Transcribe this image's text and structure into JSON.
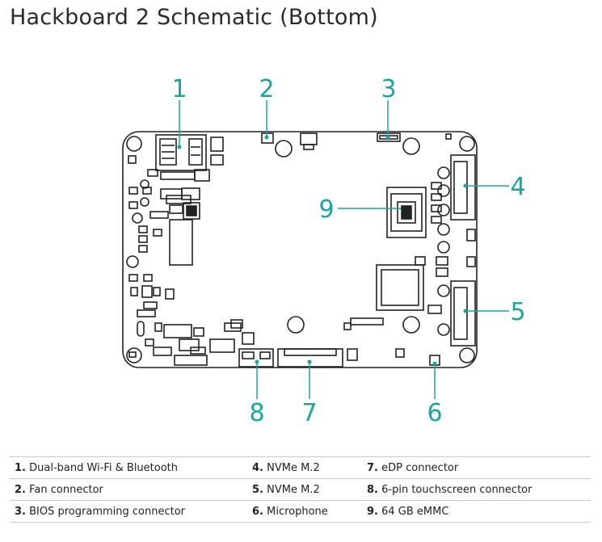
{
  "title": "Hackboard 2 Schematic (Bottom)",
  "accent_color": "#1aa5a0",
  "board_color": "#222222",
  "callouts": [
    "1",
    "2",
    "3",
    "4",
    "5",
    "6",
    "7",
    "8",
    "9"
  ],
  "legend": [
    [
      {
        "num": "1.",
        "text": "Dual-band Wi-Fi & Bluetooth"
      },
      {
        "num": "4.",
        "text": "NVMe M.2"
      },
      {
        "num": "7.",
        "text": "eDP connector"
      }
    ],
    [
      {
        "num": "2.",
        "text": "Fan connector"
      },
      {
        "num": "5.",
        "text": "NVMe M.2"
      },
      {
        "num": "8.",
        "text": "6-pin touchscreen connector"
      }
    ],
    [
      {
        "num": "3.",
        "text": "BIOS programming connector"
      },
      {
        "num": "6.",
        "text": "Microphone"
      },
      {
        "num": "9.",
        "text": "64 GB eMMC"
      }
    ]
  ]
}
